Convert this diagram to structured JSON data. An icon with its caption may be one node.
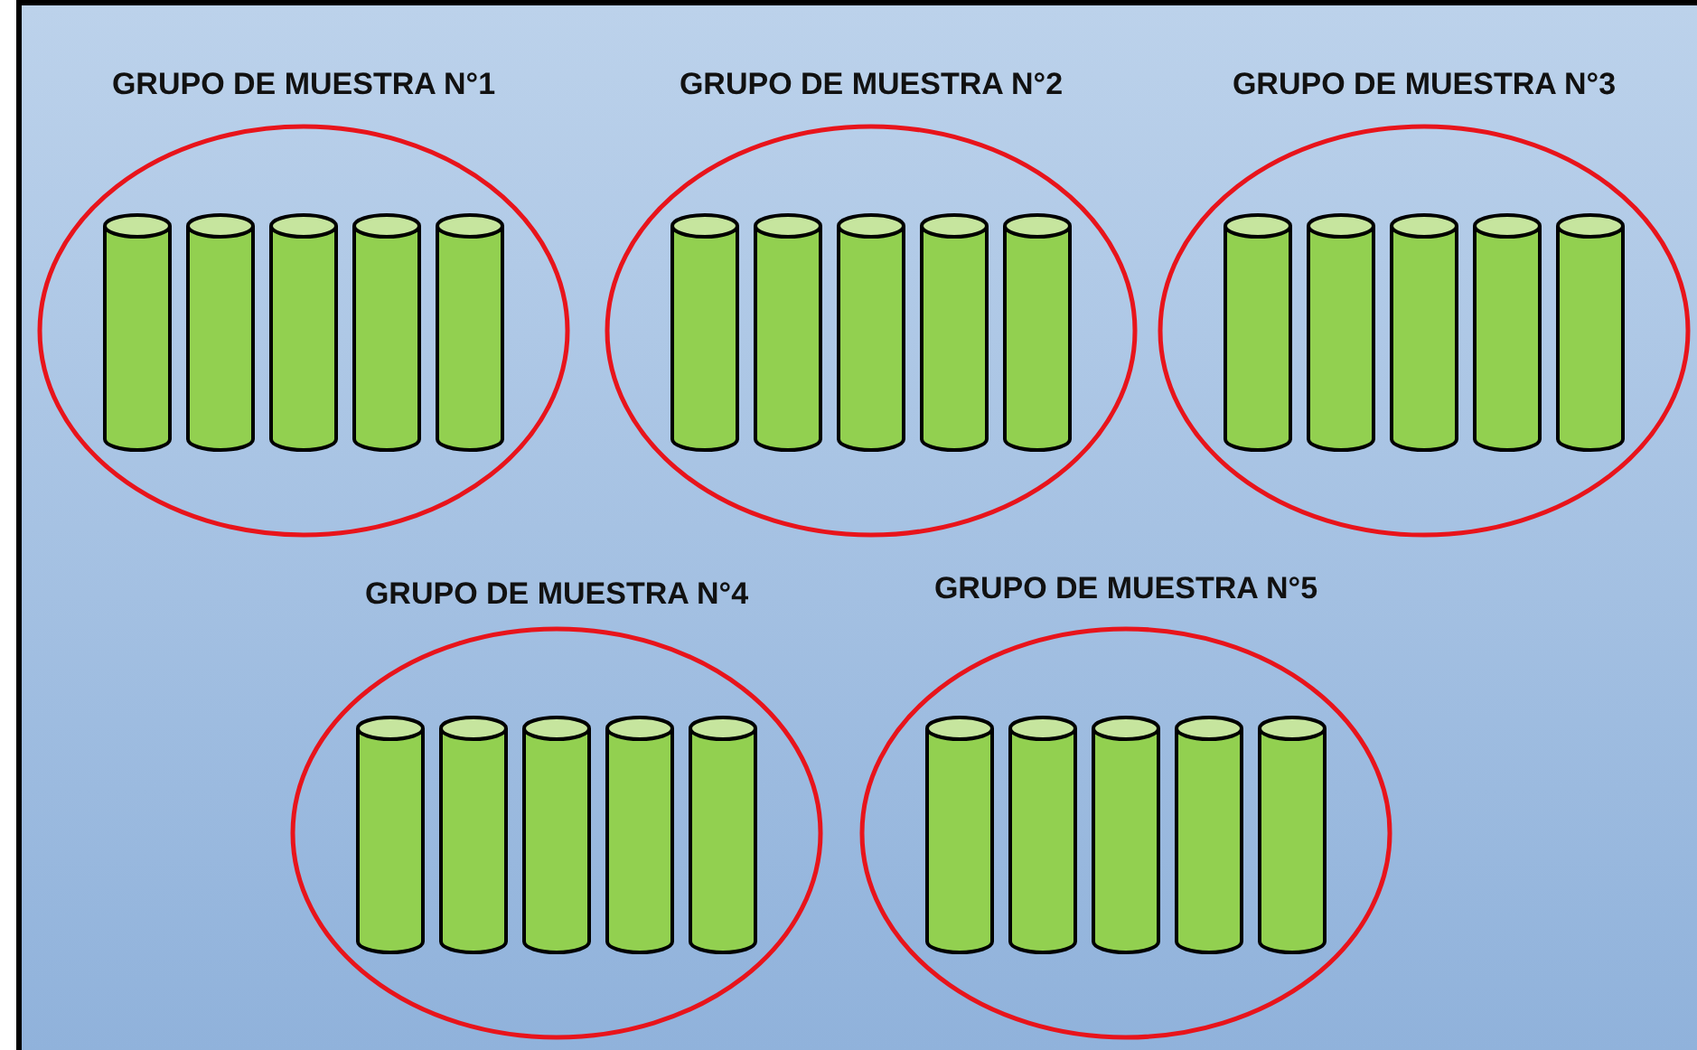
{
  "diagram": {
    "nodes": [
      {
        "text": [
          "GRUPO DE MUESTRA N°1"
        ]
      },
      {
        "text": [],
        "shape": "cylinder",
        "in": 0
      },
      {
        "text": [],
        "shape": "cylinder",
        "in": 0
      },
      {
        "text": [],
        "shape": "cylinder",
        "in": 0
      },
      {
        "text": [],
        "shape": "cylinder",
        "in": 0
      },
      {
        "text": [],
        "shape": "cylinder",
        "in": 0
      },
      {
        "text": [
          "GRUPO DE MUESTRA N°2"
        ]
      },
      {
        "text": [],
        "shape": "cylinder",
        "in": 6
      },
      {
        "text": [],
        "shape": "cylinder",
        "in": 6
      },
      {
        "text": [],
        "shape": "cylinder",
        "in": 6
      },
      {
        "text": [],
        "shape": "cylinder",
        "in": 6
      },
      {
        "text": [],
        "shape": "cylinder",
        "in": 6
      },
      {
        "text": [
          "GRUPO DE MUESTRA N°3"
        ]
      },
      {
        "text": [],
        "shape": "cylinder",
        "in": 12
      },
      {
        "text": [],
        "shape": "cylinder",
        "in": 12
      },
      {
        "text": [],
        "shape": "cylinder",
        "in": 12
      },
      {
        "text": [],
        "shape": "cylinder",
        "in": 12
      },
      {
        "text": [],
        "shape": "cylinder",
        "in": 12
      },
      {
        "text": [
          "GRUPO DE MUESTRA N°4"
        ]
      },
      {
        "text": [],
        "shape": "cylinder",
        "in": 18
      },
      {
        "text": [],
        "shape": "cylinder",
        "in": 18
      },
      {
        "text": [],
        "shape": "cylinder",
        "in": 18
      },
      {
        "text": [],
        "shape": "cylinder",
        "in": 18
      },
      {
        "text": [],
        "shape": "cylinder",
        "in": 18
      },
      {
        "text": [
          "GRUPO DE MUESTRA N°5"
        ]
      },
      {
        "text": [],
        "shape": "cylinder",
        "in": 24
      },
      {
        "text": [],
        "shape": "cylinder",
        "in": 24
      },
      {
        "text": [],
        "shape": "cylinder",
        "in": 24
      },
      {
        "text": [],
        "shape": "cylinder",
        "in": 24
      },
      {
        "text": [],
        "shape": "cylinder",
        "in": 24
      }
    ]
  }
}
